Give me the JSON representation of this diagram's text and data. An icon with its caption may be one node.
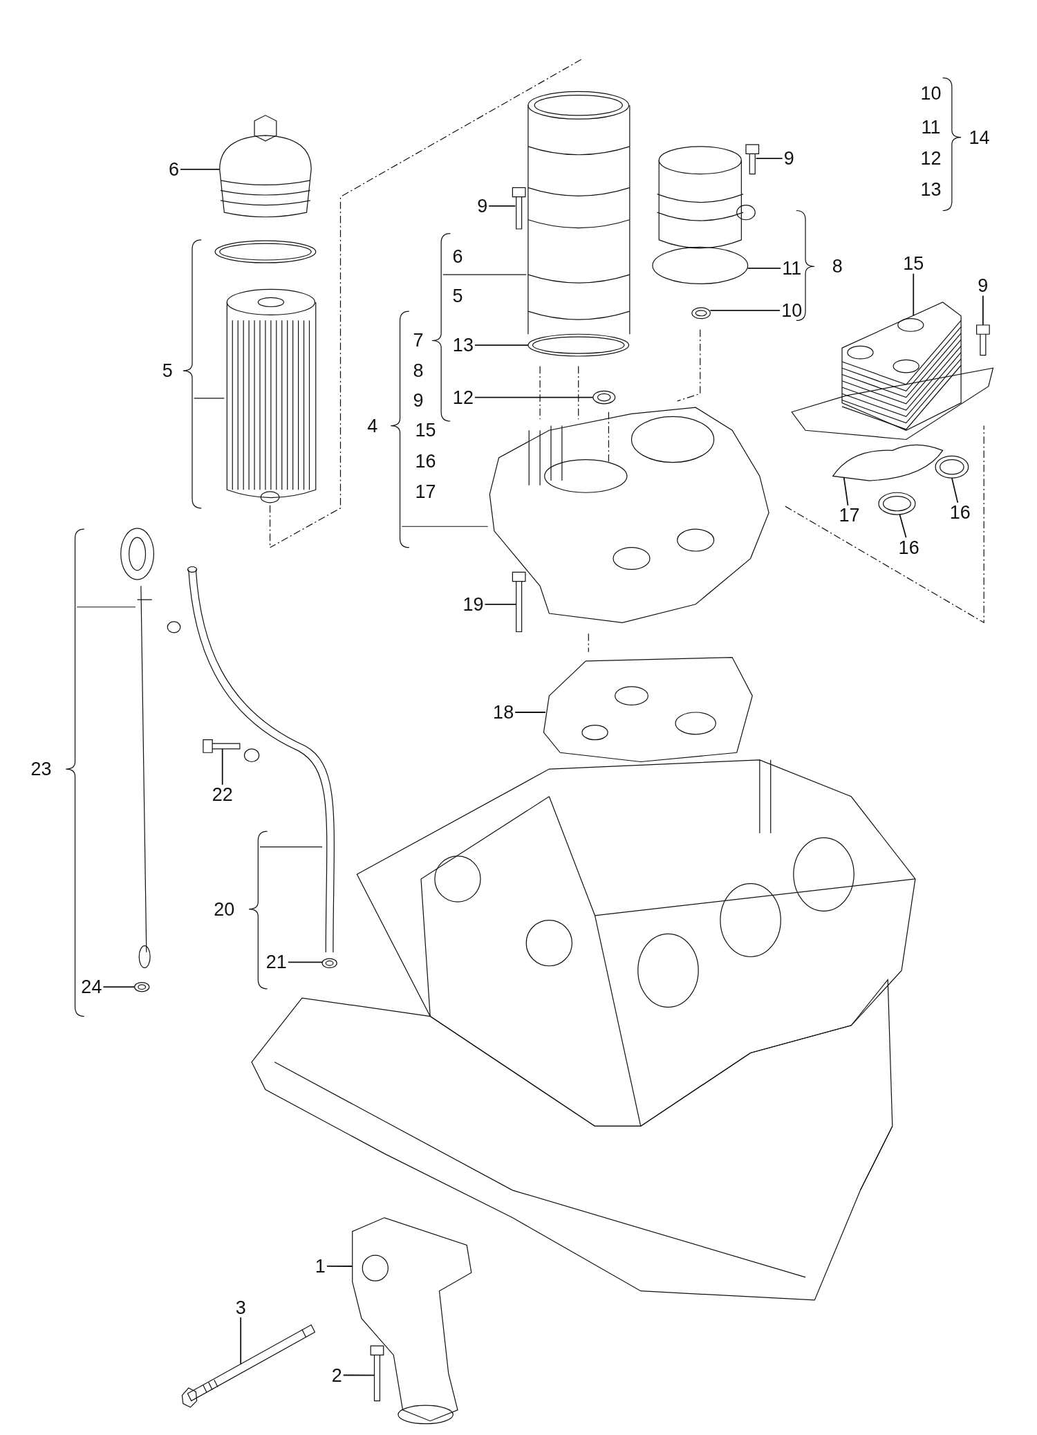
{
  "diagram": {
    "nodes": [
      {
        "text": [
          "6"
        ]
      },
      {
        "text": [
          "9"
        ]
      },
      {
        "text": [
          "13"
        ]
      },
      {
        "text": [
          "12"
        ]
      },
      {
        "text": [
          "9"
        ]
      },
      {
        "text": [
          "11"
        ]
      },
      {
        "text": [
          "10"
        ]
      },
      {
        "text": [
          "15"
        ]
      },
      {
        "text": [
          "9"
        ]
      },
      {
        "text": [
          "17"
        ]
      },
      {
        "text": [
          "16"
        ]
      },
      {
        "text": [
          "16"
        ]
      },
      {
        "text": [
          "19"
        ]
      },
      {
        "text": [
          "18"
        ]
      },
      {
        "text": [
          "22"
        ]
      },
      {
        "text": [
          "21"
        ]
      },
      {
        "text": [
          "24"
        ]
      },
      {
        "text": [
          "1"
        ]
      },
      {
        "text": [
          "3"
        ]
      },
      {
        "text": [
          "2"
        ]
      },
      {
        "text": [],
        "shape": "picture"
      },
      {
        "text": [],
        "shape": "picture"
      },
      {
        "text": [],
        "shape": "picture"
      },
      {
        "text": [],
        "shape": "picture"
      },
      {
        "text": [],
        "shape": "picture"
      },
      {
        "text": [],
        "shape": "picture"
      },
      {
        "text": [],
        "shape": "picture"
      },
      {
        "text": [],
        "shape": "picture"
      },
      {
        "text": [],
        "shape": "picture"
      },
      {
        "text": [],
        "shape": "picture"
      },
      {
        "text": [],
        "shape": "picture"
      },
      {
        "text": [],
        "shape": "picture"
      },
      {
        "text": [],
        "shape": "picture"
      },
      {
        "text": [],
        "shape": "picture"
      },
      {
        "text": [],
        "shape": "picture"
      },
      {
        "text": [],
        "shape": "picture"
      },
      {
        "text": [],
        "shape": "picture"
      },
      {
        "text": [],
        "shape": "picture"
      },
      {
        "text": [],
        "shape": "picture"
      },
      {
        "text": [],
        "shape": "picture"
      }
    ],
    "edges": [
      {
        "from": 0,
        "to": 20,
        "arrow": "none"
      },
      {
        "from": 1,
        "to": 21,
        "arrow": "none"
      },
      {
        "from": 2,
        "to": 22,
        "arrow": "none"
      },
      {
        "from": 3,
        "to": 23,
        "arrow": "none"
      },
      {
        "from": 4,
        "to": 24,
        "arrow": "none"
      },
      {
        "from": 5,
        "to": 25,
        "arrow": "none"
      },
      {
        "from": 6,
        "to": 26,
        "arrow": "none"
      },
      {
        "from": 7,
        "to": 27,
        "arrow": "none"
      },
      {
        "from": 8,
        "to": 28,
        "arrow": "none"
      },
      {
        "from": 9,
        "to": 29,
        "arrow": "none"
      },
      {
        "from": 10,
        "to": 30,
        "arrow": "none"
      },
      {
        "from": 11,
        "to": 31,
        "arrow": "none"
      },
      {
        "from": 12,
        "to": 32,
        "arrow": "none"
      },
      {
        "from": 13,
        "to": 33,
        "arrow": "none"
      },
      {
        "from": 14,
        "to": 34,
        "arrow": "none"
      },
      {
        "from": 15,
        "to": 35,
        "arrow": "none"
      },
      {
        "from": 16,
        "to": 36,
        "arrow": "none"
      },
      {
        "from": 17,
        "to": 37,
        "arrow": "none"
      },
      {
        "from": 18,
        "to": 38,
        "arrow": "none"
      },
      {
        "from": 19,
        "to": 39,
        "arrow": "none"
      }
    ],
    "labels": [
      "10",
      "11",
      "14",
      "12",
      "13",
      "8",
      "6",
      "5",
      "7",
      "8",
      "5",
      "9",
      "4",
      "15",
      "16",
      "17",
      "23",
      "20"
    ]
  }
}
